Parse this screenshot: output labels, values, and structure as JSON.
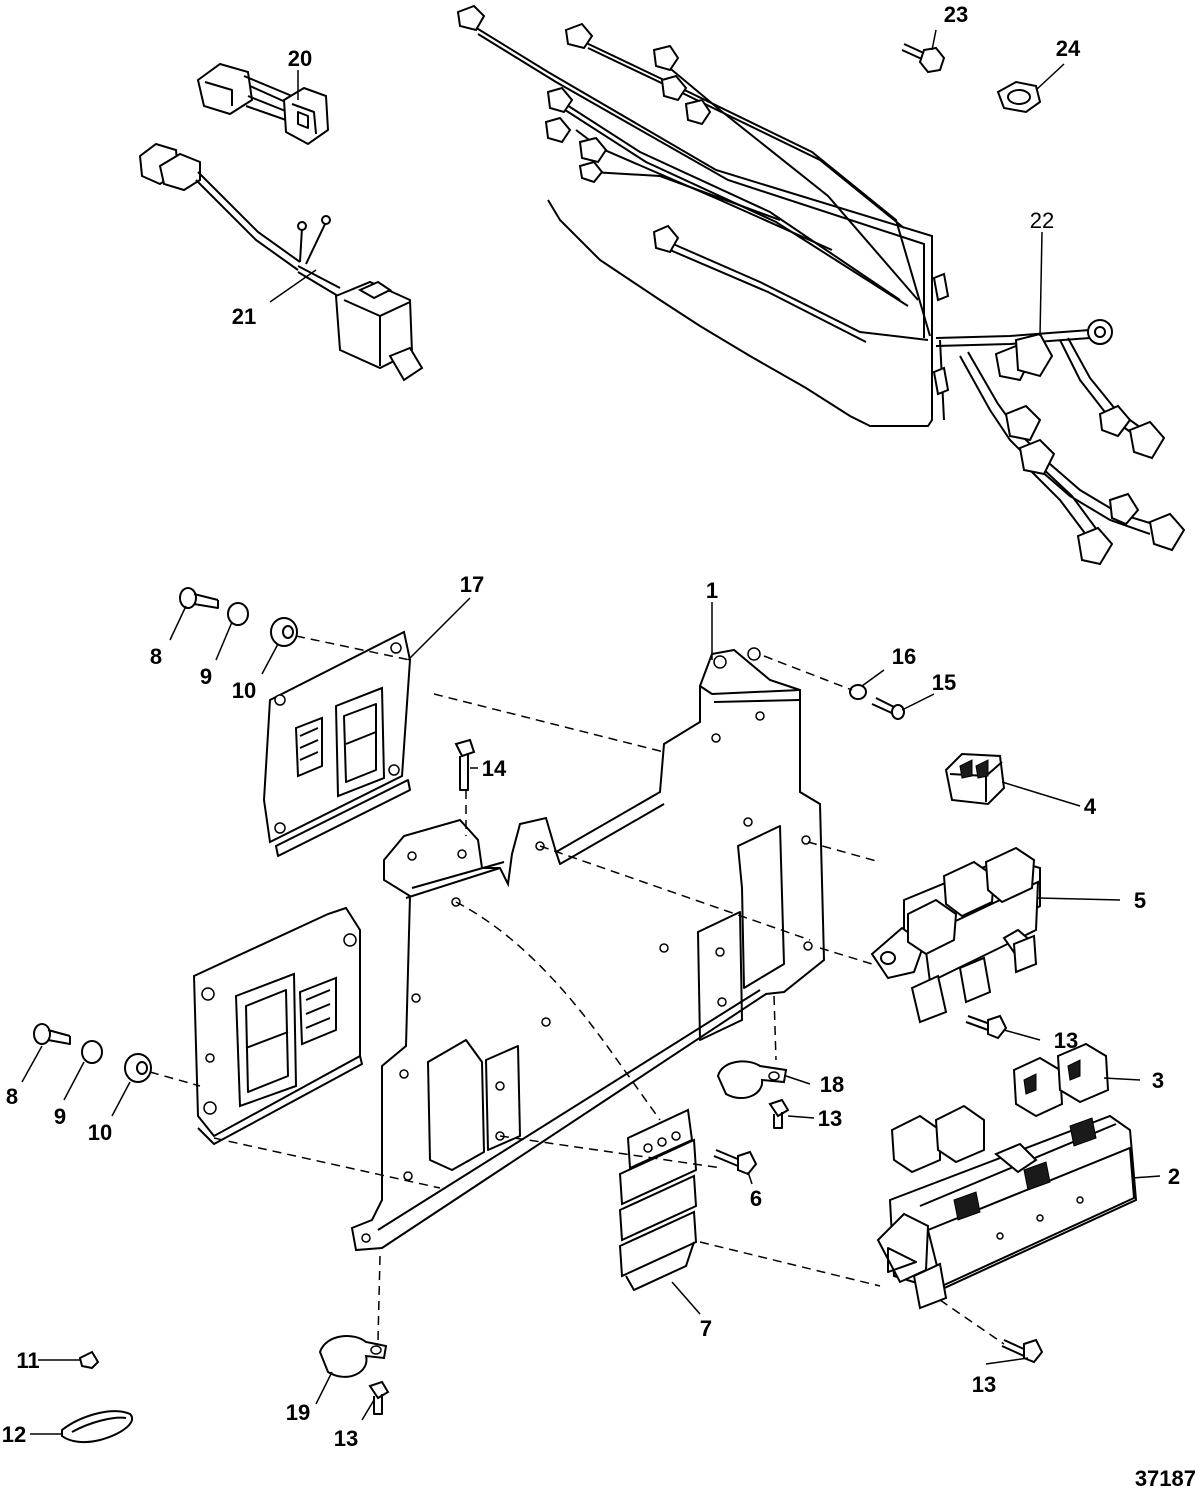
{
  "diagram": {
    "drawing_number": "37187",
    "callouts": {
      "c1": "1",
      "c2": "2",
      "c3": "3",
      "c4": "4",
      "c5": "5",
      "c6": "6",
      "c7": "7",
      "c8a": "8",
      "c8b": "8",
      "c9a": "9",
      "c9b": "9",
      "c10a": "10",
      "c10b": "10",
      "c11": "11",
      "c12": "12",
      "c13a": "13",
      "c13b": "13",
      "c13c": "13",
      "c13d": "13",
      "c14": "14",
      "c15": "15",
      "c16": "16",
      "c17": "17",
      "c18": "18",
      "c19": "19",
      "c20": "20",
      "c21": "21",
      "c22": "22",
      "c23": "23",
      "c24": "24"
    }
  }
}
